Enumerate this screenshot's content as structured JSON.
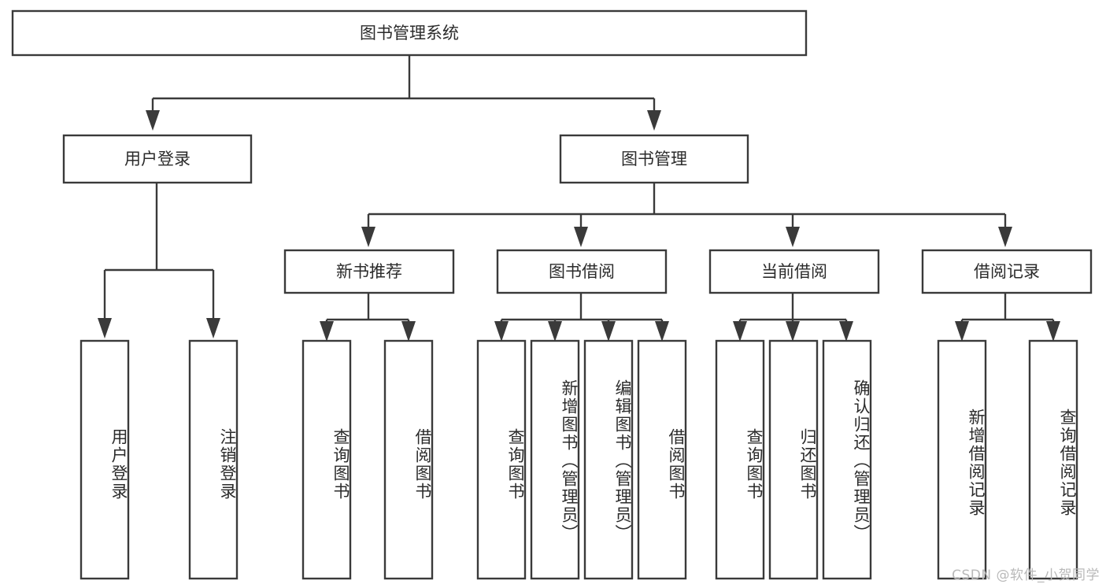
{
  "diagram": {
    "type": "tree-hierarchy",
    "title": "图书管理系统",
    "background_color": "#ffffff",
    "border_color": "#3a3a3a",
    "text_color": "#2b2b2b",
    "watermark": "CSDN @软件_小贺同学",
    "levels": {
      "root": "图书管理系统",
      "level2": [
        "用户登录",
        "图书管理"
      ],
      "level3": [
        "新书推荐",
        "图书借阅",
        "当前借阅",
        "借阅记录"
      ]
    },
    "nodes": {
      "root": {
        "label": "图书管理系统",
        "orientation": "horizontal"
      },
      "user_login": {
        "label": "用户登录",
        "orientation": "horizontal"
      },
      "book_manage": {
        "label": "图书管理",
        "orientation": "horizontal"
      },
      "new_book_rec": {
        "label": "新书推荐",
        "orientation": "horizontal"
      },
      "book_borrow": {
        "label": "图书借阅",
        "orientation": "horizontal"
      },
      "current_borrow": {
        "label": "当前借阅",
        "orientation": "horizontal"
      },
      "borrow_record": {
        "label": "借阅记录",
        "orientation": "horizontal"
      },
      "leaf_user_login": {
        "label": "用户登录",
        "orientation": "vertical"
      },
      "leaf_logout": {
        "label": "注销登录",
        "orientation": "vertical"
      },
      "leaf_query_book_1": {
        "label": "查询图书",
        "orientation": "vertical"
      },
      "leaf_borrow_book_1": {
        "label": "借阅图书",
        "orientation": "vertical"
      },
      "leaf_query_book_2": {
        "label": "查询图书",
        "orientation": "vertical"
      },
      "leaf_add_book": {
        "label": "新增图书（管理员）",
        "orientation": "vertical"
      },
      "leaf_edit_book": {
        "label": "编辑图书（管理员）",
        "orientation": "vertical"
      },
      "leaf_borrow_book_2": {
        "label": "借阅图书",
        "orientation": "vertical"
      },
      "leaf_query_book_3": {
        "label": "查询图书",
        "orientation": "vertical"
      },
      "leaf_return_book": {
        "label": "归还图书",
        "orientation": "vertical"
      },
      "leaf_confirm_return": {
        "label": "确认归还（管理员）",
        "orientation": "vertical"
      },
      "leaf_add_record": {
        "label": "新增借阅记录",
        "orientation": "vertical"
      },
      "leaf_query_record": {
        "label": "查询借阅记录",
        "orientation": "vertical"
      }
    },
    "edges": [
      {
        "from": "root",
        "to": "user_login"
      },
      {
        "from": "root",
        "to": "book_manage"
      },
      {
        "from": "user_login",
        "to": "leaf_user_login"
      },
      {
        "from": "user_login",
        "to": "leaf_logout"
      },
      {
        "from": "book_manage",
        "to": "new_book_rec"
      },
      {
        "from": "book_manage",
        "to": "book_borrow"
      },
      {
        "from": "book_manage",
        "to": "current_borrow"
      },
      {
        "from": "book_manage",
        "to": "borrow_record"
      },
      {
        "from": "new_book_rec",
        "to": "leaf_query_book_1"
      },
      {
        "from": "new_book_rec",
        "to": "leaf_borrow_book_1"
      },
      {
        "from": "book_borrow",
        "to": "leaf_query_book_2"
      },
      {
        "from": "book_borrow",
        "to": "leaf_add_book"
      },
      {
        "from": "book_borrow",
        "to": "leaf_edit_book"
      },
      {
        "from": "book_borrow",
        "to": "leaf_borrow_book_2"
      },
      {
        "from": "current_borrow",
        "to": "leaf_query_book_3"
      },
      {
        "from": "current_borrow",
        "to": "leaf_return_book"
      },
      {
        "from": "current_borrow",
        "to": "leaf_confirm_return"
      },
      {
        "from": "borrow_record",
        "to": "leaf_add_record"
      },
      {
        "from": "borrow_record",
        "to": "leaf_query_record"
      }
    ]
  }
}
